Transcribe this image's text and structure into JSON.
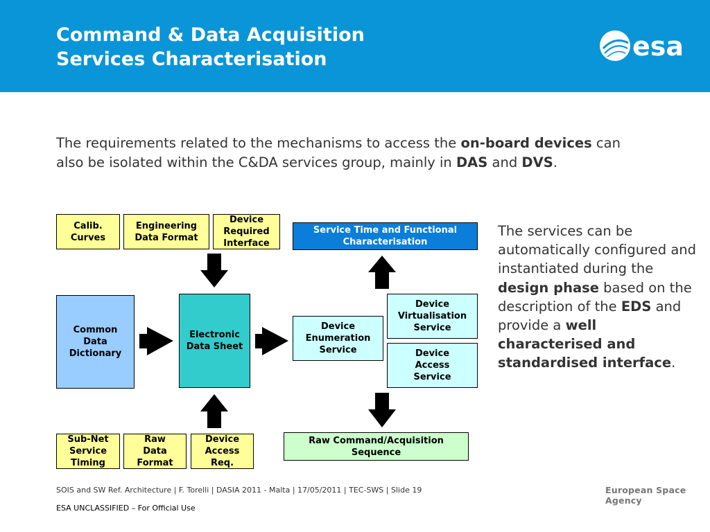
{
  "slide": {
    "title_line1": "Command & Data Acquisition",
    "title_line2": "Services Characterisation",
    "logo_text": "esa",
    "colors": {
      "header": "#0a95d8",
      "yellow_box": "#ffff99",
      "cyan_box": "#ccffff",
      "blue_box": "#99ccff",
      "teal_box": "#33cccc",
      "green_box": "#ccffcc",
      "dark_blue_box": "#0a7ed9"
    }
  },
  "intro": {
    "t1": "The requirements related to the mechanisms to access the ",
    "b1": "on-board devices",
    "t2": " can also be isolated within the C&DA services group, mainly in ",
    "b2": "DAS",
    "t3": " and ",
    "b3": "DVS",
    "t4": "."
  },
  "side": {
    "t1": "The services can be automatically configured and instantiated during the ",
    "b1": "design phase",
    "t2": " based on the description of the ",
    "b2": "EDS",
    "t3": " and provide a ",
    "b3": "well characterised and standardised interface",
    "t4": "."
  },
  "diagram": {
    "calib_curves": "Calib. Curves",
    "engineering_data_format": "Engineering Data Format",
    "device_required_interface": "Device Required Interface",
    "common_data_dictionary": "Common Data Dictionary",
    "electronic_data_sheet": "Electronic Data Sheet",
    "subnet_service_timing": "Sub-Net Service Timing",
    "raw_data_format": "Raw Data Format",
    "device_access_req": "Device Access Req.",
    "service_time_functional": "Service Time and Functional Characterisation",
    "device_enumeration_service": "Device Enumeration Service",
    "device_virtualisation_service": "Device Virtualisation Service",
    "device_access_service": "Device Access Service",
    "raw_command_acquisition": "Raw Command/Acquisition Sequence"
  },
  "footer": {
    "line1": "SOIS and SW Ref. Architecture | F. Torelli | DASIA 2011 - Malta | 17/05/2011 | TEC-SWS | Slide 19",
    "line2": "ESA UNCLASSIFIED – For Official Use",
    "agency": "European Space Agency"
  }
}
